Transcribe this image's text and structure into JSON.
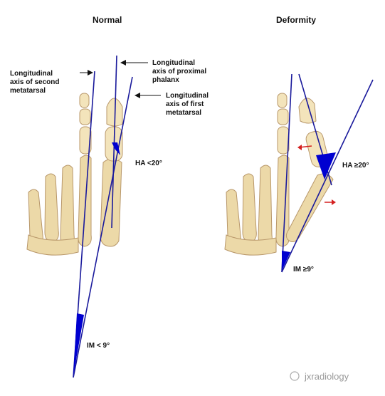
{
  "panels": {
    "normal": {
      "title": "Normal",
      "label_second_metatarsal": [
        "Longitudinal",
        "axis of second",
        "metatarsal"
      ],
      "label_proximal_phalanx": [
        "Longitudinal",
        "axis of proximal",
        "phalanx"
      ],
      "label_first_metatarsal": [
        "Longitudinal",
        "axis of first",
        "metatarsal"
      ],
      "ha": "HA <20°",
      "im": "IM < 9°"
    },
    "deformity": {
      "title": "Deformity",
      "ha": "HA ≥20°",
      "im": "IM ≥9°"
    }
  },
  "watermark": "jxradiology",
  "colors": {
    "axis": "#1a1a9c",
    "angle_fill": "#0000d0",
    "arrow_red": "#d42020",
    "bone": "#ecd9a8"
  }
}
